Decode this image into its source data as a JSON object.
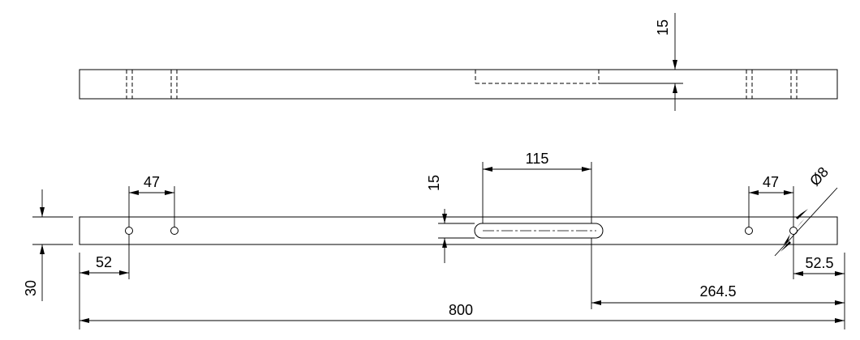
{
  "drawing": {
    "top_view": {
      "thickness_dim": "15"
    },
    "front_view": {
      "hole_spacing_left": "47",
      "hole_spacing_right": "47",
      "slot_length": "115",
      "slot_width": "15",
      "height": "30",
      "left_hole_offset": "52",
      "right_hole_offset": "52.5",
      "slot_offset_right": "264.5",
      "overall_length": "800",
      "hole_diameter": "Ø8"
    }
  }
}
